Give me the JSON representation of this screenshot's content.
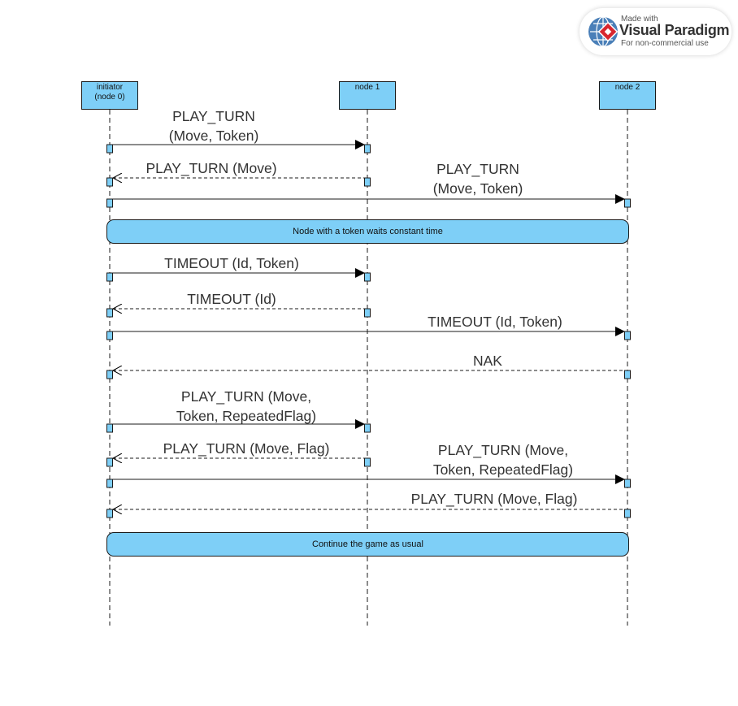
{
  "lifelines": [
    {
      "id": "initiator",
      "label": "initiator\n(node 0)"
    },
    {
      "id": "node1",
      "label": "node 1"
    },
    {
      "id": "node2",
      "label": "node 2"
    }
  ],
  "messages": [
    {
      "from": "initiator",
      "to": "node1",
      "style": "sync",
      "label": "PLAY_TURN\n(Move, Token)"
    },
    {
      "from": "node1",
      "to": "initiator",
      "style": "return",
      "label": "PLAY_TURN (Move)"
    },
    {
      "from": "initiator",
      "to": "node2",
      "style": "sync",
      "label": "PLAY_TURN\n(Move, Token)"
    },
    {
      "from": "initiator",
      "to": "node1",
      "style": "sync",
      "label": "TIMEOUT (Id, Token)"
    },
    {
      "from": "node1",
      "to": "initiator",
      "style": "return",
      "label": "TIMEOUT (Id)"
    },
    {
      "from": "initiator",
      "to": "node2",
      "style": "sync",
      "label": "TIMEOUT (Id, Token)"
    },
    {
      "from": "node2",
      "to": "initiator",
      "style": "return",
      "label": "NAK"
    },
    {
      "from": "initiator",
      "to": "node1",
      "style": "sync",
      "label": "PLAY_TURN (Move,\nToken, RepeatedFlag)"
    },
    {
      "from": "node1",
      "to": "initiator",
      "style": "return",
      "label": "PLAY_TURN (Move, Flag)"
    },
    {
      "from": "initiator",
      "to": "node2",
      "style": "sync",
      "label": "PLAY_TURN (Move,\nToken, RepeatedFlag)"
    },
    {
      "from": "node2",
      "to": "initiator",
      "style": "return",
      "label": "PLAY_TURN (Move, Flag)"
    }
  ],
  "notes": [
    {
      "text": "Node with a token waits constant time"
    },
    {
      "text": "Continue the game as usual"
    }
  ],
  "watermark": {
    "made_with": "Made with",
    "product": "Visual Paradigm",
    "usage": "For non-commercial use"
  },
  "colors": {
    "lifeline_fill": "#7ecff7",
    "note_fill": "#7ecff7",
    "line": "#1a1a1a"
  }
}
